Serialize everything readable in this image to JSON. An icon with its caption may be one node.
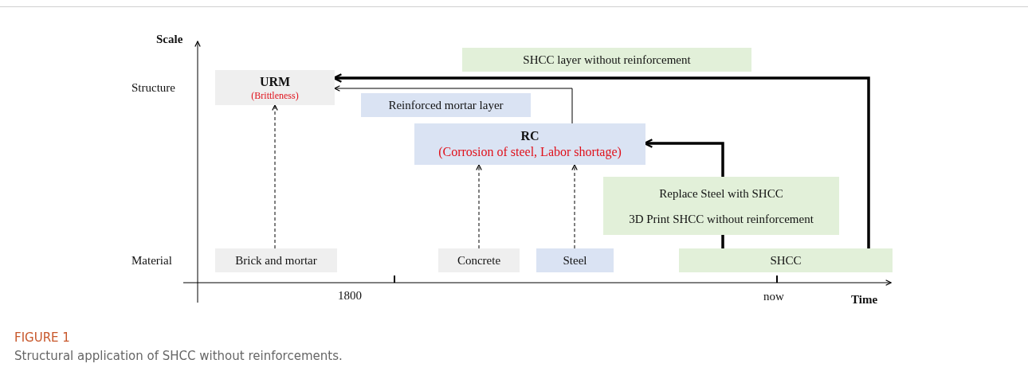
{
  "diagram": {
    "title": "FIGURE 1",
    "caption": "Structural application of SHCC without reinforcements.",
    "nodes": [
      {
        "text": [
          "URM",
          "(Brittleness)"
        ]
      },
      {
        "text": [
          "Reinforced mortar layer"
        ]
      },
      {
        "text": [
          "RC",
          "(Corrosion of steel, Labor shortage)"
        ]
      },
      {
        "text": [
          "SHCC layer without reinforcement"
        ]
      },
      {
        "text": [
          "Replace Steel with SHCC",
          "3D Print SHCC without reinforcement"
        ]
      },
      {
        "text": [
          "Brick and mortar"
        ]
      },
      {
        "text": [
          "Concrete"
        ]
      },
      {
        "text": [
          "Steel"
        ]
      },
      {
        "text": [
          "SHCC"
        ]
      }
    ],
    "edges": [
      {
        "from": 5,
        "to": 0,
        "arrow": "to",
        "style": "dashed"
      },
      {
        "from": 6,
        "to": 2,
        "arrow": "to",
        "style": "dashed"
      },
      {
        "from": 7,
        "to": 2,
        "arrow": "to",
        "style": "dashed"
      },
      {
        "from": 2,
        "to": 0,
        "arrow": "to"
      },
      {
        "from": 4,
        "to": 2,
        "arrow": "to",
        "style": "thick"
      },
      {
        "from": 8,
        "to": 4,
        "arrow": "none",
        "style": "thick"
      },
      {
        "from": 8,
        "to": 0,
        "arrow": "to",
        "style": "thick"
      }
    ],
    "labels": [
      "Scale",
      "Structure",
      "Material",
      "1800",
      "now",
      "Time"
    ]
  }
}
